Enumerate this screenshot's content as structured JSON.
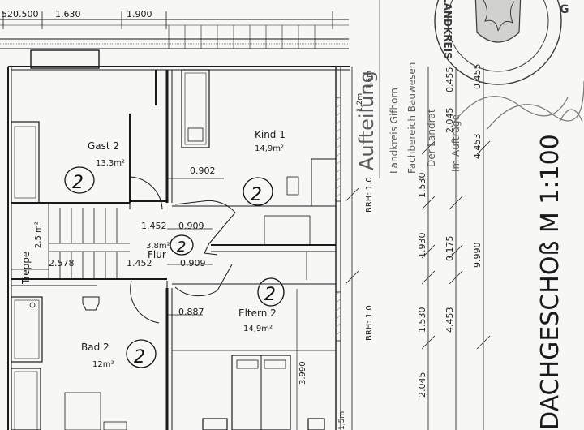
{
  "top_dimensions": [
    "520.500",
    "1.630",
    "1.900"
  ],
  "rooms": {
    "gast": {
      "name": "Gast 2",
      "area": "13,3m²",
      "mark": "2"
    },
    "kind": {
      "name": "Kind 1",
      "area": "14,9m²",
      "mark": "2"
    },
    "treppe": {
      "name": "Treppe",
      "area": "2,5 m²"
    },
    "flur": {
      "name": "Flur",
      "area": "3,8m²",
      "mark": "2"
    },
    "eltern": {
      "name": "Eltern 2",
      "area": "14,9m²",
      "mark": "2"
    },
    "bad": {
      "name": "Bad 2",
      "area": "12m²",
      "mark": "2"
    }
  },
  "inner_dimensions": {
    "d_0902": "0.902",
    "d_1452a": "1.452",
    "d_0909a": "0.909",
    "d_1452b": "1.452",
    "d_0909b": "0.909",
    "d_2578": "2.578",
    "d_0887": "0.887",
    "d_3990": "3.990",
    "d_15a": "1,5m",
    "d_15b": "1,5m",
    "d_12": "1,2m"
  },
  "brh": {
    "upper": "BRH: 1.0",
    "lower": "BRH: 1.0"
  },
  "right_dimensions": {
    "col1": [
      "1.530",
      "1.930",
      "1.530",
      "2.045"
    ],
    "col2": [
      "2.045",
      "0.175",
      "4.453"
    ],
    "col3": [
      "0.455",
      "0.455",
      "4.453",
      "9.990"
    ]
  },
  "stamp": {
    "rotated_title": "Aufteilung",
    "authority": "Landkreis Gifhorn",
    "department": "Fachbereich Bauwesen",
    "signed": "Der Landrat",
    "commission": "Im Auftrage",
    "seal_text": "LANDKREIS",
    "seal_letter": "G"
  },
  "title": "DACHGESCHOß M 1:100",
  "colors": {
    "ink": "#1a1a1a",
    "paper": "#f7f7f5",
    "stamp_ink": "#5a5a5a",
    "hatch": "#9a9a9a"
  }
}
